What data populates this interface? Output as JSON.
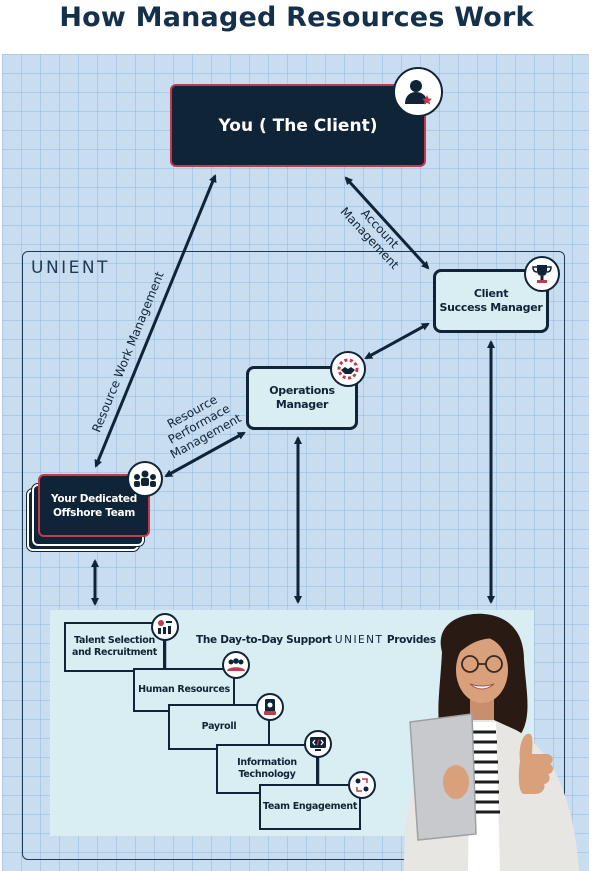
{
  "title": "How Managed Resources Work",
  "brand": "UNIENT",
  "nodes": {
    "client": "You ( The Client)",
    "csm_line1": "Client",
    "csm_line2": "Success Manager",
    "ops_line1": "Operations",
    "ops_line2": "Manager",
    "team_line1": "Your Dedicated",
    "team_line2": "Offshore Team"
  },
  "edge_labels": {
    "account_line1": "Account",
    "account_line2": "Management",
    "resource_work": "Resource Work Management",
    "perf_line1": "Resource",
    "perf_line2": "Performace",
    "perf_line3": "Management"
  },
  "support": {
    "title_prefix": "The Day-to-Day Support",
    "title_brand": "UNIENT",
    "title_suffix": "Provides",
    "steps": [
      {
        "line1": "Talent Selection",
        "line2": "and Recruitment"
      },
      {
        "line1": "Human Resources",
        "line2": ""
      },
      {
        "line1": "Payroll",
        "line2": ""
      },
      {
        "line1": "Information",
        "line2": "Technology"
      },
      {
        "line1": "Team  Engagement",
        "line2": ""
      }
    ]
  },
  "colors": {
    "navy": "#0f2436",
    "accent_red": "#c23a4b",
    "grid_bg": "#c9ddf1",
    "panel": "#d9eef3"
  },
  "icons": [
    "user-star-icon",
    "trophy-icon",
    "handshake-gear-icon",
    "team-group-icon",
    "recruit-icon",
    "people-icon",
    "payroll-icon",
    "code-monitor-icon",
    "engagement-icon"
  ]
}
